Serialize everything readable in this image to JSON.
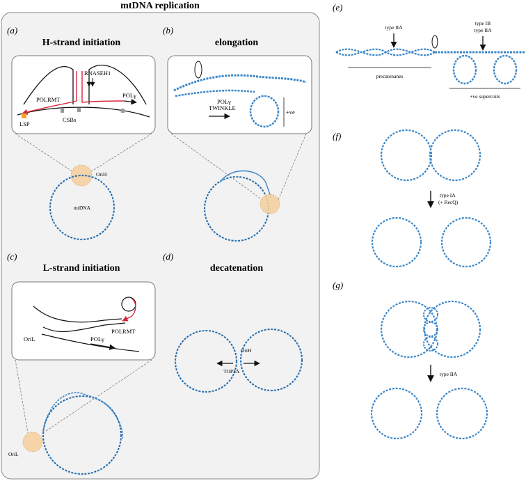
{
  "main_title": "mtDNA replication",
  "panels": {
    "a": {
      "label": "(a)",
      "title": "H-strand initiation",
      "inset": {
        "polrmt": "POLRMT",
        "rnaseh1": "RNASEH1",
        "polg": "POLγ",
        "lsp": "LSP",
        "csbs": "CSBs"
      },
      "orih": "OriH",
      "mtdna": "mtDNA"
    },
    "b": {
      "label": "(b)",
      "title": "elongation",
      "inset": {
        "polg": "POLγ",
        "twinkle": "TWINKLE",
        "ve": "+ve"
      }
    },
    "c": {
      "label": "(c)",
      "title": "L-strand initiation",
      "inset": {
        "polrmt": "POLRMT",
        "oril": "OriL",
        "polg": "POLγ"
      },
      "oril": "OriL"
    },
    "d": {
      "label": "(d)",
      "title": "decatenation",
      "orih": "OriH",
      "top3a": "TOP3A"
    },
    "e": {
      "label": "(e)",
      "type_iia": "type IIA",
      "type_ib": "type IB",
      "type_iia_2": "type IIA",
      "precatenanes": "precatenanes",
      "supercoils": "+ve supercoils"
    },
    "f": {
      "label": "(f)",
      "type_ia": "type IA",
      "recq": "(+ RecQ)"
    },
    "g": {
      "label": "(g)",
      "type_iia": "type IIA"
    }
  },
  "colors": {
    "dna_blue": "#3a86c8",
    "dna_dark": "#1c3550",
    "rna_red": "#d7263d",
    "highlight": "#f6cf9d",
    "lsp_orange": "#f5a623",
    "panel_bg": "#f2f2f2"
  }
}
